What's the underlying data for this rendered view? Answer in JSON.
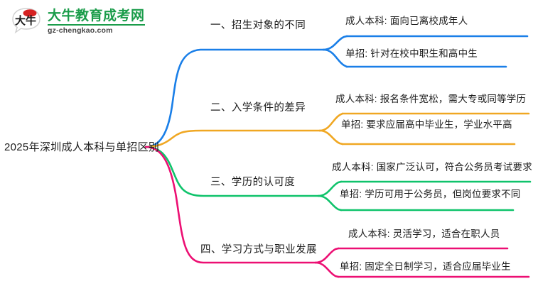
{
  "logo": {
    "mark_text": "大牛",
    "title": "大牛教育成考网",
    "url": "gz-chengkao.com",
    "brand_color": "#1a9c4a",
    "mark_accent_color": "#d62222"
  },
  "mindmap": {
    "root": {
      "label": "2025年深圳成人本科与单招区别"
    },
    "branches": [
      {
        "label": "一、招生对象的不同",
        "color": "#1a7fe8",
        "children": [
          {
            "label": "成人本科: 面向已离校成年人"
          },
          {
            "label": "单招: 针对在校中职生和高中生"
          }
        ]
      },
      {
        "label": "二、入学条件的差异",
        "color": "#f0a722",
        "children": [
          {
            "label": "成人本科: 报名条件宽松，需大专或同等学历"
          },
          {
            "label": "单招: 要求应届高中毕业生，学业水平高"
          }
        ]
      },
      {
        "label": "三、学历的认可度",
        "color": "#0fc36b",
        "children": [
          {
            "label": "成人本科: 国家广泛认可，符合公务员考试要求"
          },
          {
            "label": "单招: 学历可用于公务员，但岗位要求不同"
          }
        ]
      },
      {
        "label": "四、学习方式与职业发展",
        "color": "#ec0f73",
        "children": [
          {
            "label": "成人本科: 灵活学习，适合在职人员"
          },
          {
            "label": "单招: 固定全日制学习，适合应届毕业生"
          }
        ]
      }
    ]
  }
}
